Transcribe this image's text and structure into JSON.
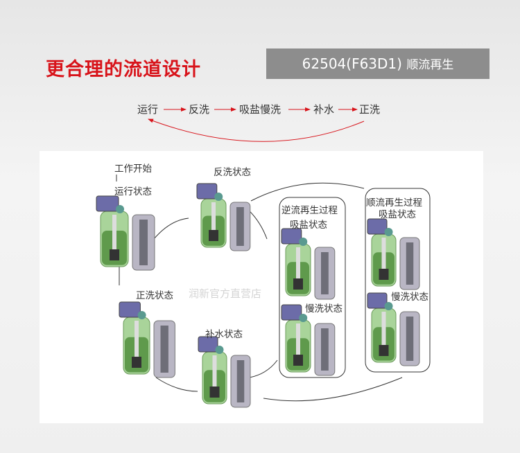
{
  "header": {
    "title": "更合理的流道设计",
    "model": "62504(F63D1)",
    "model_suffix": "顺流再生"
  },
  "flow": {
    "steps": [
      "运行",
      "反洗",
      "吸盐慢洗",
      "补水",
      "正洗"
    ]
  },
  "diagram": {
    "start": "工作开始",
    "labels": {
      "run": "运行状态",
      "backwash": "反洗状态",
      "forward": "正洗状态",
      "refill": "补水状态",
      "counter_title": "逆流再生过程",
      "counter_brine": "吸盐状态",
      "counter_slow": "慢洗状态",
      "co_title": "顺流再生过程",
      "co_brine": "吸盐状态",
      "co_slow": "慢洗状态"
    },
    "watermark": "润新官方直营店"
  },
  "colors": {
    "accent": "#d8141b",
    "bar": "#8d8d8d"
  }
}
